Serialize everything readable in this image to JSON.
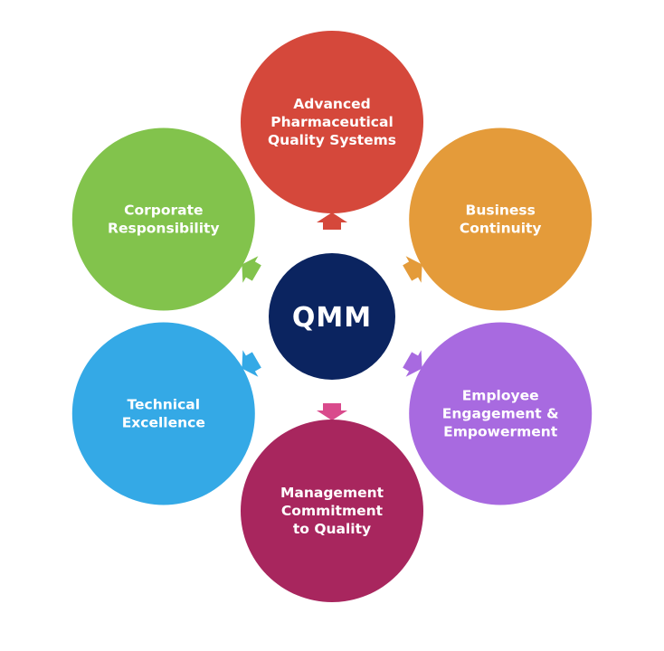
{
  "center": {
    "label": "QMM",
    "color": "#0b2460"
  },
  "nodes": [
    {
      "id": "advanced-pqs",
      "lines": [
        "Advanced",
        "Pharmaceutical",
        "Quality Systems"
      ],
      "color": "#d5483b",
      "arrow_color": "#d5483b"
    },
    {
      "id": "business-continuity",
      "lines": [
        "Business",
        "Continuity"
      ],
      "color": "#e49b3a",
      "arrow_color": "#e49b3a"
    },
    {
      "id": "employee-engagement",
      "lines": [
        "Employee",
        "Engagement &",
        "Empowerment"
      ],
      "color": "#a86ae0",
      "arrow_color": "#a86ae0"
    },
    {
      "id": "management-commitment",
      "lines": [
        "Management",
        "Commitment",
        "to Quality"
      ],
      "color": "#a8265e",
      "arrow_color": "#d94a8c"
    },
    {
      "id": "technical-excellence",
      "lines": [
        "Technical",
        "Excellence"
      ],
      "color": "#34a9e6",
      "arrow_color": "#34a9e6"
    },
    {
      "id": "corporate-responsibility",
      "lines": [
        "Corporate",
        "Responsibility"
      ],
      "color": "#82c34c",
      "arrow_color": "#82c34c"
    }
  ]
}
